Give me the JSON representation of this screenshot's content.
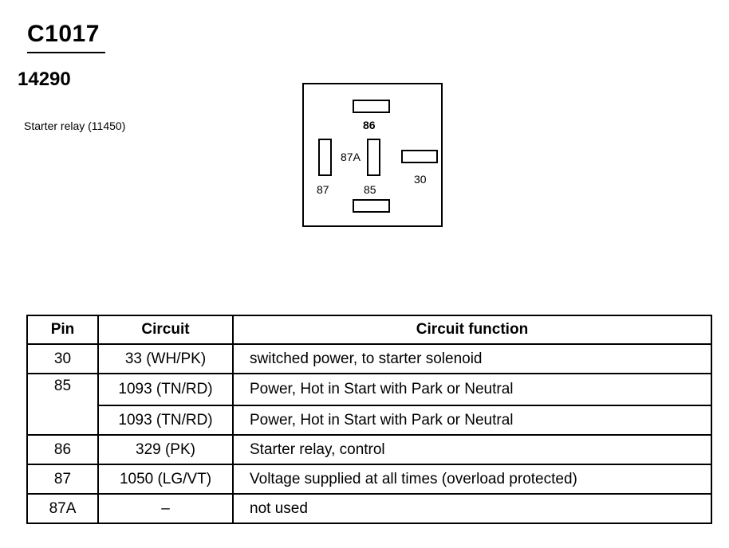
{
  "connector": {
    "id": "C1017",
    "part_number": "14290",
    "component": "Starter relay (11450)"
  },
  "diagram": {
    "pins": {
      "p86": "86",
      "p87a": "87A",
      "p30": "30",
      "p87": "87",
      "p85": "85"
    }
  },
  "table": {
    "headers": {
      "pin": "Pin",
      "circuit": "Circuit",
      "function": "Circuit function"
    },
    "rows": [
      {
        "pin": "30",
        "circuit": "33 (WH/PK)",
        "function": "switched power, to starter solenoid"
      },
      {
        "pin": "85",
        "circuit": "1093 (TN/RD)",
        "function": "Power, Hot in Start with Park or Neutral"
      },
      {
        "pin": "",
        "circuit": "1093 (TN/RD)",
        "function": "Power, Hot in Start with Park or Neutral"
      },
      {
        "pin": "86",
        "circuit": "329 (PK)",
        "function": "Starter relay, control"
      },
      {
        "pin": "87",
        "circuit": "1050 (LG/VT)",
        "function": "Voltage supplied at all times (overload protected)"
      },
      {
        "pin": "87A",
        "circuit": "–",
        "function": "not used"
      }
    ]
  }
}
